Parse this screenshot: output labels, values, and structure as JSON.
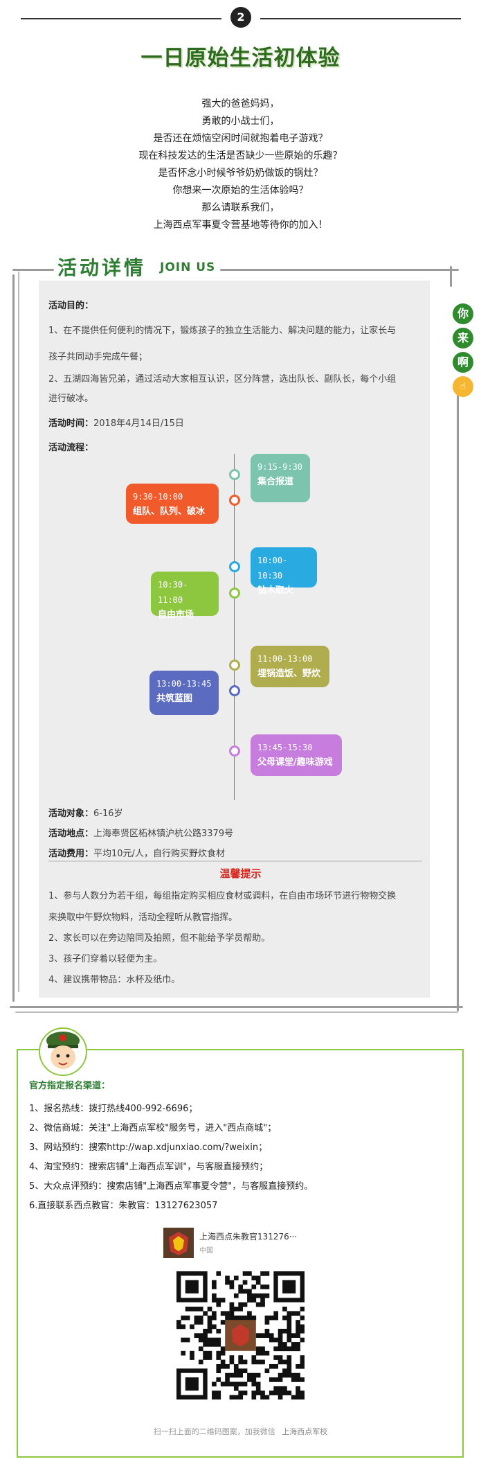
{
  "step": {
    "number": "2"
  },
  "title": "一日原始生活初体验",
  "intro_lines": [
    "强大的爸爸妈妈，",
    "勇敢的小战士们，",
    "是否还在烦恼空闲时间就抱着电子游戏？",
    "现在科技发达的生活是否缺少一些原始的乐趣？",
    "是否怀念小时候爷爷奶奶做饭的锅灶？",
    "你想来一次原始的生活体验吗？",
    "那么请联系我们，",
    "上海西点军事夏令营基地等待你的加入！"
  ],
  "section": {
    "title": "活动详情",
    "subtitle": "JOIN US"
  },
  "side_labels": [
    "你",
    "来",
    "啊"
  ],
  "goal": {
    "label": "活动目的：",
    "line1a": "1、在不提供任何便利的情况下，锻炼孩子的独立生活能力、解决问题的能力，让家长与",
    "line1b": "孩子共同动手完成午餐；",
    "line2a": "2、五湖四海皆兄弟，通过活动大家相互认识，区分阵营，选出队长、副队长，每个小组",
    "line2b": "进行破冰。"
  },
  "time": {
    "label": "活动时间：",
    "value": "2018年4月14日/15日"
  },
  "flow": {
    "label": "活动流程："
  },
  "timeline": [
    {
      "time": "9:15-9:30",
      "desc": "集合报道",
      "color": "#7cc4ad",
      "side": "right"
    },
    {
      "time": "9:30-10:00",
      "desc": "组队、队列、破冰",
      "color": "#f15a2b",
      "side": "left"
    },
    {
      "time": "10:00-10:30",
      "desc": "钻木取火",
      "color": "#29aae1",
      "side": "right"
    },
    {
      "time": "10:30-11:00",
      "desc": "自由市场",
      "color": "#8dc63f",
      "side": "left"
    },
    {
      "time": "11:00-13:00",
      "desc": "埋锅造饭、野炊",
      "color": "#b0ad4e",
      "side": "right"
    },
    {
      "time": "13:00-13:45",
      "desc": "共筑蓝图",
      "color": "#5b6bbf",
      "side": "left"
    },
    {
      "time": "13:45-15:30",
      "desc": "父母课堂/趣味游戏",
      "color": "#c77dde",
      "side": "right"
    }
  ],
  "target": {
    "label": "活动对象：",
    "value": "6-16岁"
  },
  "location": {
    "label": "活动地点：",
    "value": "上海奉贤区柘林镇沪杭公路3379号"
  },
  "fee": {
    "label": "活动费用：",
    "value": "平均10元/人，自行购买野炊食材"
  },
  "tips": {
    "title": "温馨提示",
    "t1a": "1、参与人数分为若干组，每组指定购买相应食材或调料，在自由市场环节进行物物交换",
    "t1b": "来换取中午野炊物料，活动全程听从教官指挥。",
    "t2": "2、家长可以在旁边陪同及拍照，但不能给予学员帮助。",
    "t3": "3、孩子们穿着以轻便为主。",
    "t4": "4、建议携带物品：水杯及纸巾。"
  },
  "signup": {
    "heading": "官方指定报名渠道：",
    "items": [
      "1、报名热线：拨打热线400-992-6696；",
      "2、微信商城：关注\"上海西点军校\"服务号，进入\"西点商城\"；",
      "3、网站预约：搜索http://wap.xdjunxiao.com/?weixin；",
      "4、淘宝预约：搜索店铺\"上海西点军训\"，与客服直接预约；",
      "5、大众点评预约：搜索店铺\"上海西点军事夏令营\"，与客服直接预约。",
      "6.直接联系西点教官：朱教官：13127623057"
    ]
  },
  "card": {
    "name": "上海西点朱教官131276···",
    "region": "中国"
  },
  "scan_text": "扫一扫上面的二维码图案，加我微信",
  "watermark": "上海西点军校",
  "colors": {
    "green": "#2e7d32",
    "red": "#d9241b",
    "panel": "#ededed",
    "border": "#8dc63f"
  }
}
